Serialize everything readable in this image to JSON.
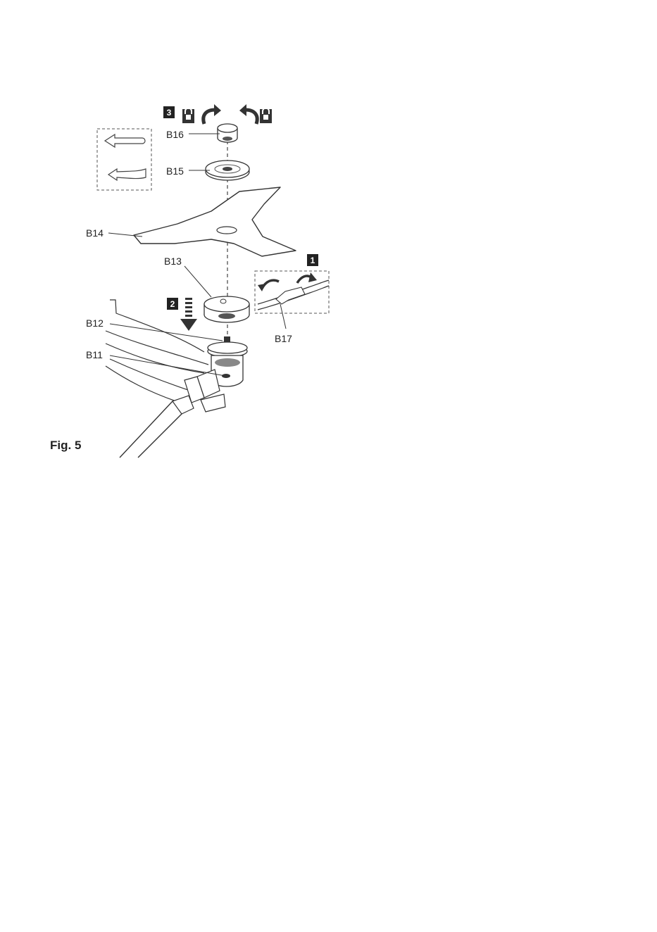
{
  "figure": {
    "caption": "Fig. 5",
    "steps": [
      "1",
      "2",
      "3"
    ],
    "parts": {
      "b11": "B11",
      "b12": "B12",
      "b13": "B13",
      "b14": "B14",
      "b15": "B15",
      "b16": "B16",
      "b17": "B17"
    },
    "icons": {
      "lock_left": "padlock-icon",
      "lock_right": "padlock-icon",
      "rotate_ccw": "rotate-arrow-icon",
      "rotate_cw": "rotate-arrow-icon",
      "down_arrow": "dashed-down-arrow-icon",
      "thread_left": "left-arrow-icon"
    },
    "colors": {
      "ink": "#222222",
      "step_box": "#222222",
      "paper": "#ffffff"
    }
  }
}
